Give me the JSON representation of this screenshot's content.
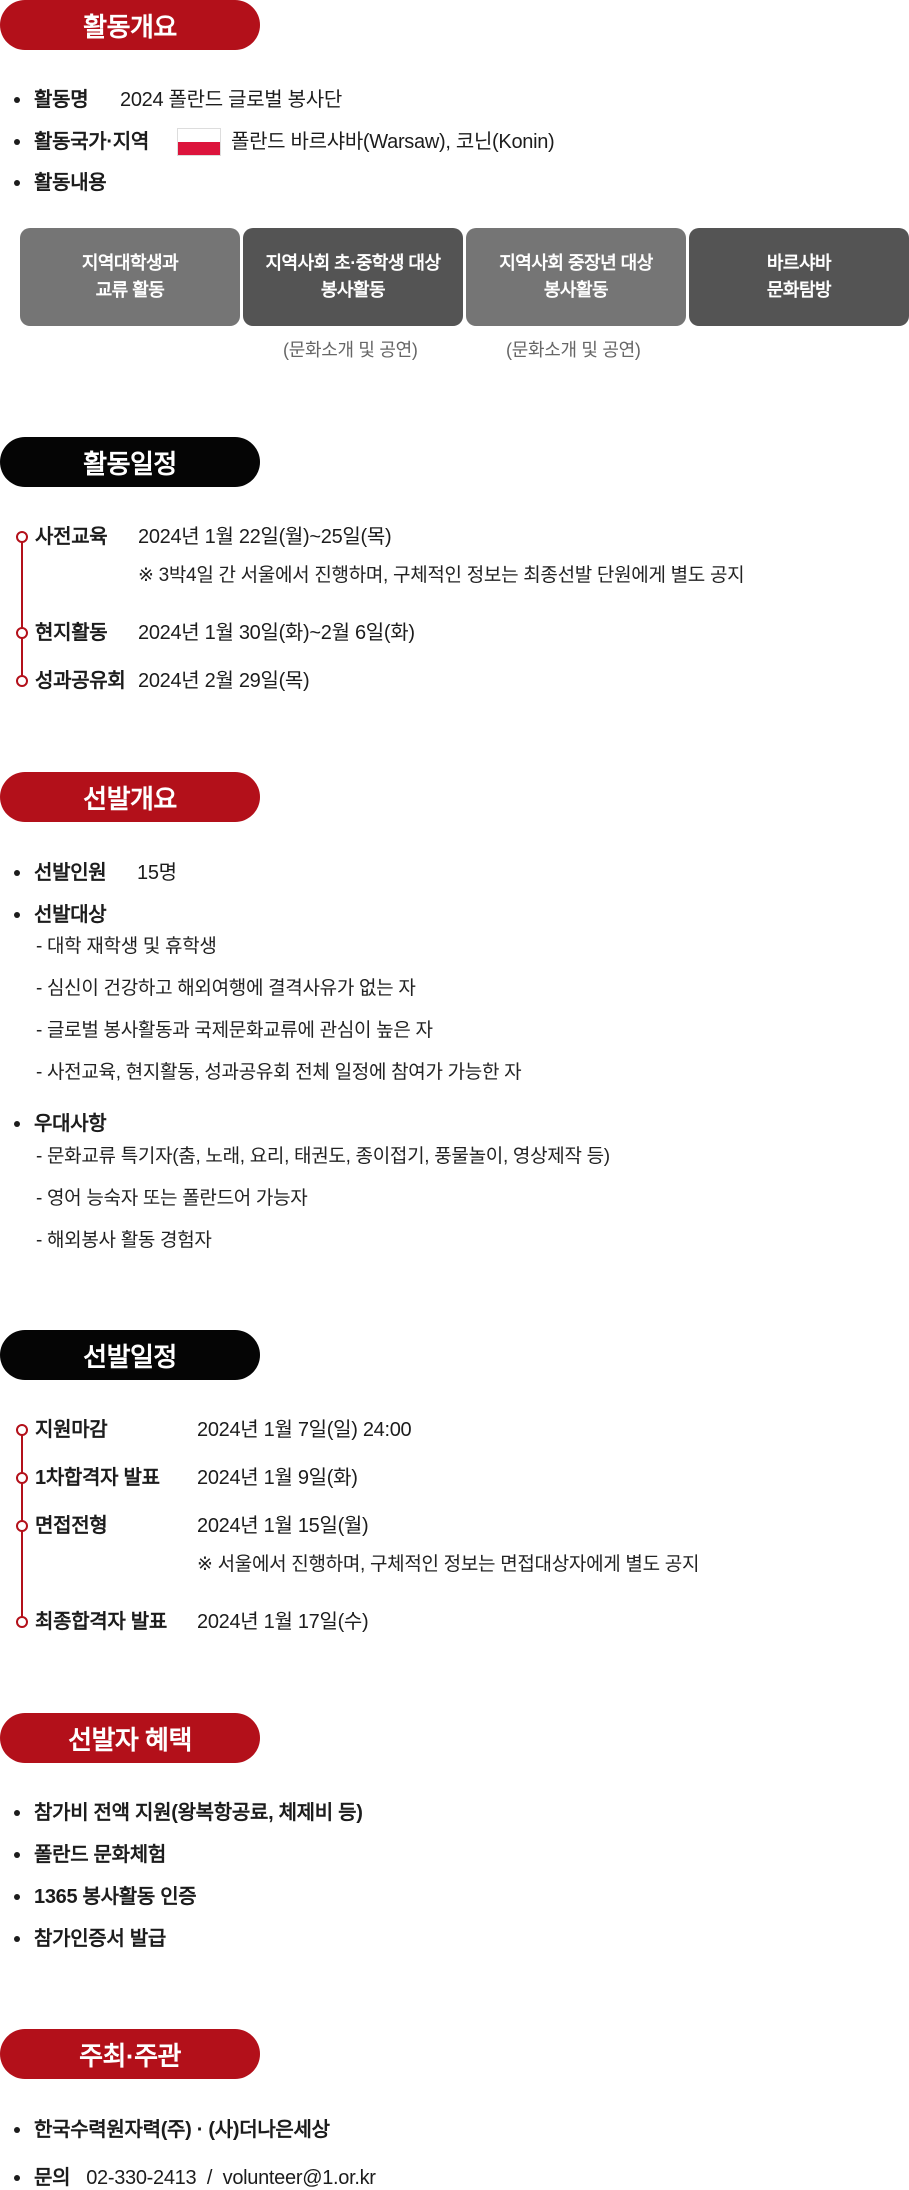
{
  "overview": {
    "title": "활동개요",
    "items": [
      {
        "label": "활동명",
        "value": "2024 폴란드 글로벌 봉사단"
      },
      {
        "label": "활동국가·지역",
        "value": "폴란드 바르샤바(Warsaw), 코닌(Konin)"
      },
      {
        "label": "활동내용"
      }
    ],
    "flag_icon": "poland-flag-icon",
    "activities": [
      {
        "line1": "지역대학생과",
        "line2": "교류 활동",
        "note": ""
      },
      {
        "line1": "지역사회 초·중학생 대상",
        "line2": "봉사활동",
        "note": "(문화소개 및 공연)"
      },
      {
        "line1": "지역사회 중장년 대상",
        "line2": "봉사활동",
        "note": "(문화소개 및 공연)"
      },
      {
        "line1": "바르샤바",
        "line2": "문화탐방",
        "note": ""
      }
    ]
  },
  "schedule": {
    "title": "활동일정",
    "items": [
      {
        "label": "사전교육",
        "value": "2024년 1월 22일(월)~25일(목)",
        "note": "※ 3박4일 간 서울에서 진행하며, 구체적인 정보는 최종선발 단원에게 별도 공지"
      },
      {
        "label": "현지활동",
        "value": "2024년 1월 30일(화)~2월 6일(화)"
      },
      {
        "label": "성과공유회",
        "value": "2024년 2월 29일(목)"
      }
    ]
  },
  "selection": {
    "title": "선발개요",
    "count_label": "선발인원",
    "count_value": "15명",
    "target_label": "선발대상",
    "targets": [
      "-  대학 재학생 및 휴학생",
      "- 심신이 건강하고 해외여행에 결격사유가 없는 자",
      "- 글로벌 봉사활동과 국제문화교류에 관심이 높은 자",
      "- 사전교육, 현지활동, 성과공유회 전체 일정에 참여가 가능한 자"
    ],
    "pref_label": "우대사항",
    "prefs": [
      "- 문화교류 특기자(춤, 노래, 요리, 태권도, 종이접기, 풍물놀이, 영상제작 등)",
      "- 영어 능숙자 또는 폴란드어 가능자",
      "- 해외봉사 활동 경험자"
    ]
  },
  "selection_schedule": {
    "title": "선발일정",
    "items": [
      {
        "label": "지원마감",
        "value": "2024년 1월 7일(일) 24:00"
      },
      {
        "label": "1차합격자 발표",
        "value": "2024년 1월 9일(화)"
      },
      {
        "label": "면접전형",
        "value": "2024년 1월 15일(월)",
        "note": "※ 서울에서 진행하며, 구체적인 정보는 면접대상자에게 별도 공지"
      },
      {
        "label": "최종합격자 발표",
        "value": "2024년 1월 17일(수)"
      }
    ]
  },
  "benefits": {
    "title": "선발자 혜택",
    "items": [
      "참가비 전액 지원(왕복항공료, 체제비 등)",
      "폴란드 문화체험",
      "1365 봉사활동 인증",
      "참가인증서 발급"
    ]
  },
  "host": {
    "title": "주최·주관",
    "organizers": "한국수력원자력(주) · (사)더나은세상",
    "contact_label": "문의",
    "contact_value": "02-330-2413  /  volunteer@1.or.kr"
  },
  "colors": {
    "accent_red": "#b3101a",
    "pill_black": "#050505",
    "box_light": "#757575",
    "box_dark": "#545454"
  }
}
